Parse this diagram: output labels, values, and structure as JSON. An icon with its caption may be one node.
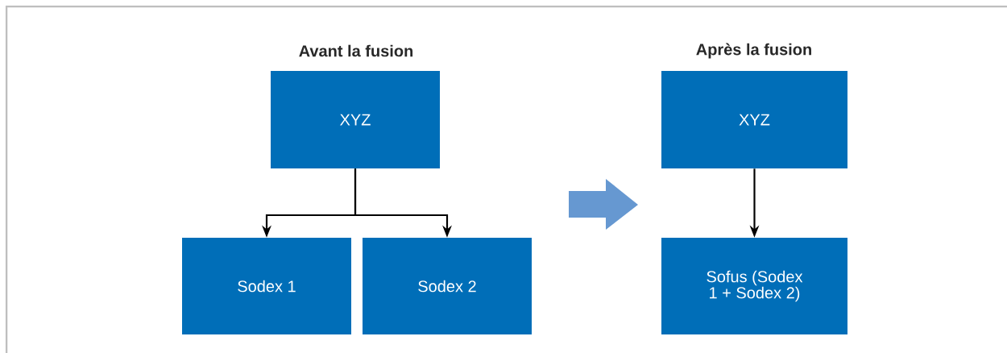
{
  "diagram": {
    "nodes": [
      {
        "text": [
          "XYZ"
        ]
      },
      {
        "text": [
          "Sodex 1"
        ]
      },
      {
        "text": [
          "Sodex 2"
        ]
      },
      {
        "text": [
          "XYZ"
        ]
      },
      {
        "text": [
          "Sofus (Sodex 1 + Sodex 2)"
        ]
      }
    ],
    "edges": [
      {
        "from": 0,
        "to": 1,
        "arrow": "to"
      },
      {
        "from": 0,
        "to": 2,
        "arrow": "to"
      },
      {
        "from": 3,
        "to": 4,
        "arrow": "to"
      }
    ],
    "labels": [
      "Avant la fusion",
      "Après la fusion"
    ]
  }
}
